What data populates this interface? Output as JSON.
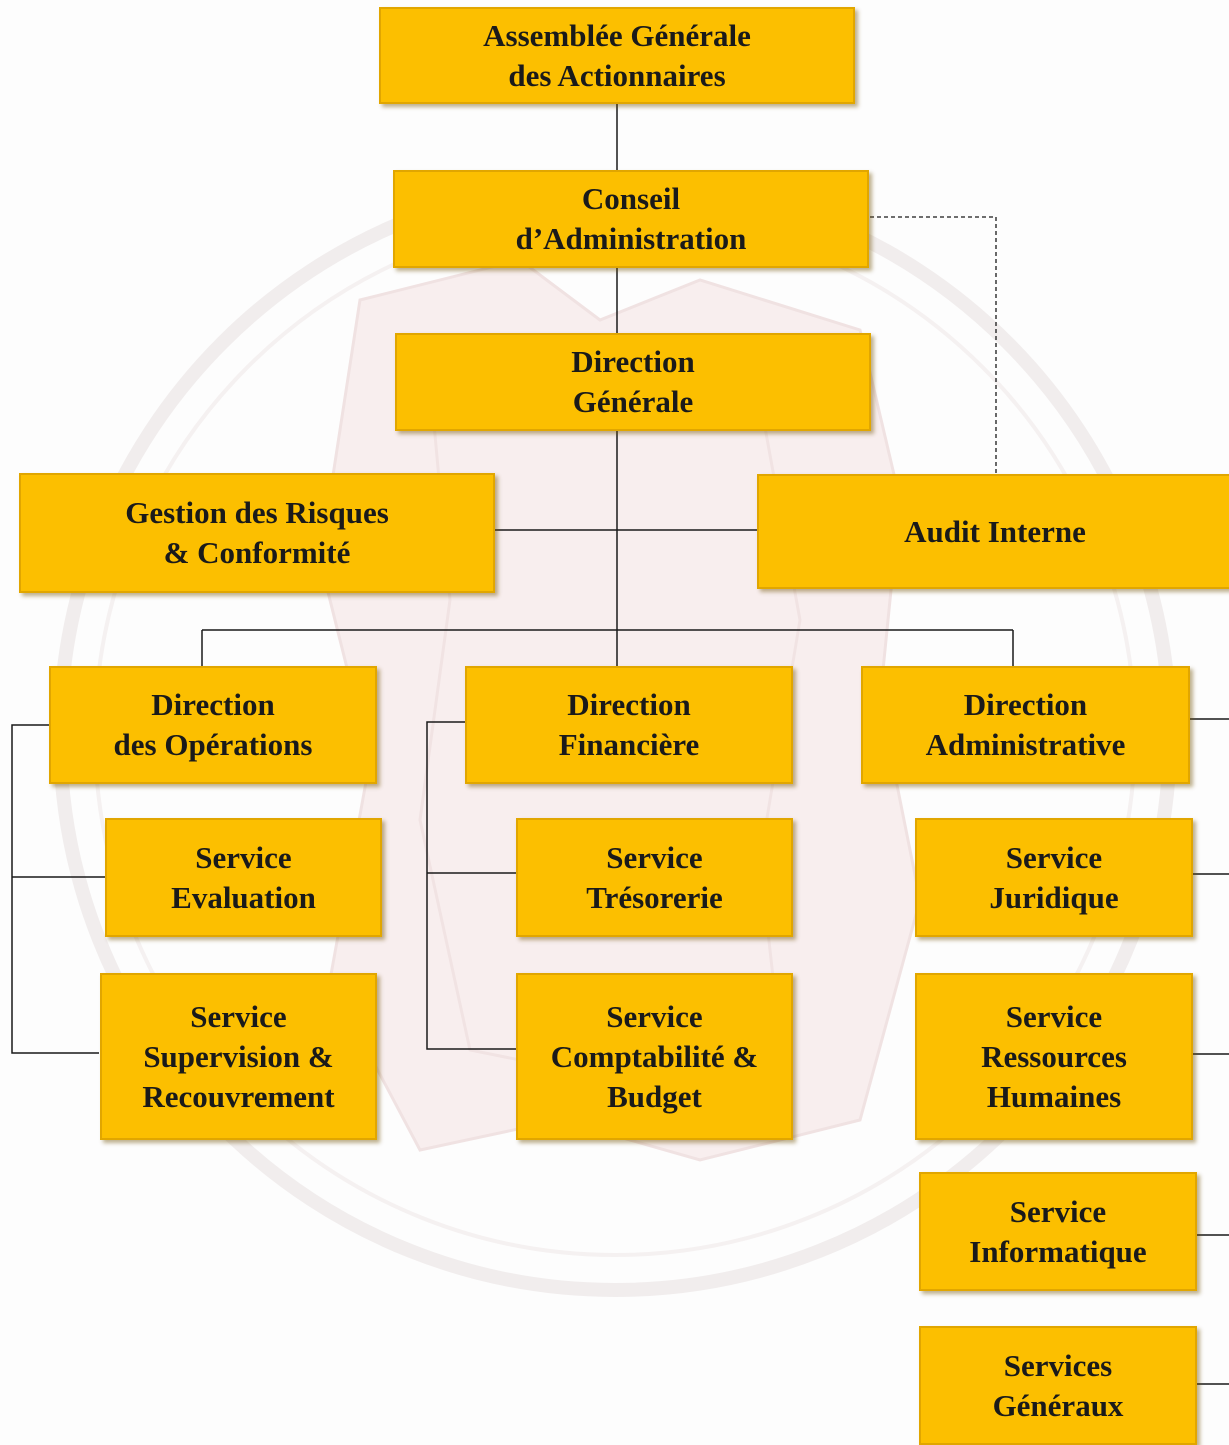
{
  "diagram": {
    "nodes": {
      "assemblee": {
        "label": "Assemblée Générale\ndes Actionnaires"
      },
      "conseil": {
        "label": "Conseil\nd’Administration"
      },
      "direction_generale": {
        "label": "Direction\nGénérale"
      },
      "risques": {
        "label": "Gestion des Risques\n& Conformité"
      },
      "audit": {
        "label": "Audit Interne"
      },
      "dir_operations": {
        "label": "Direction\ndes Opérations"
      },
      "dir_financiere": {
        "label": "Direction\nFinancière"
      },
      "dir_administrative": {
        "label": "Direction\nAdministrative"
      },
      "svc_evaluation": {
        "label": "Service\nEvaluation"
      },
      "svc_supervision": {
        "label": "Service\nSupervision &\nRecouvrement"
      },
      "svc_tresorerie": {
        "label": "Service\nTrésorerie"
      },
      "svc_comptabilite": {
        "label": "Service\nComptabilité &\nBudget"
      },
      "svc_juridique": {
        "label": "Service\nJuridique"
      },
      "svc_rh": {
        "label": "Service\nRessources\nHumaines"
      },
      "svc_informatique": {
        "label": "Service\nInformatique"
      },
      "svc_generaux": {
        "label": "Services\nGénéraux"
      }
    },
    "colors": {
      "box_fill": "#fcbf00",
      "box_border": "#e1a600",
      "text": "#1a1a1a",
      "line": "#1a1a1a"
    }
  }
}
